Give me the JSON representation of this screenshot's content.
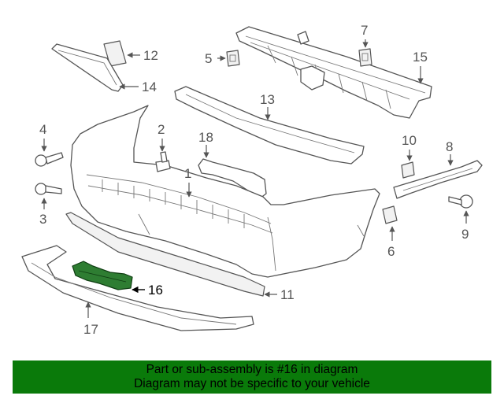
{
  "diagram": {
    "callouts": [
      "1",
      "2",
      "3",
      "4",
      "5",
      "6",
      "7",
      "8",
      "9",
      "10",
      "11",
      "12",
      "13",
      "14",
      "15",
      "16",
      "17",
      "18"
    ],
    "highlighted_part": "16",
    "highlight_color": "#2e7d32"
  },
  "banner": {
    "line1": "Part or sub-assembly is #16 in diagram",
    "line2": "Diagram may not be specific to your vehicle",
    "background": "#0a7a0a"
  }
}
